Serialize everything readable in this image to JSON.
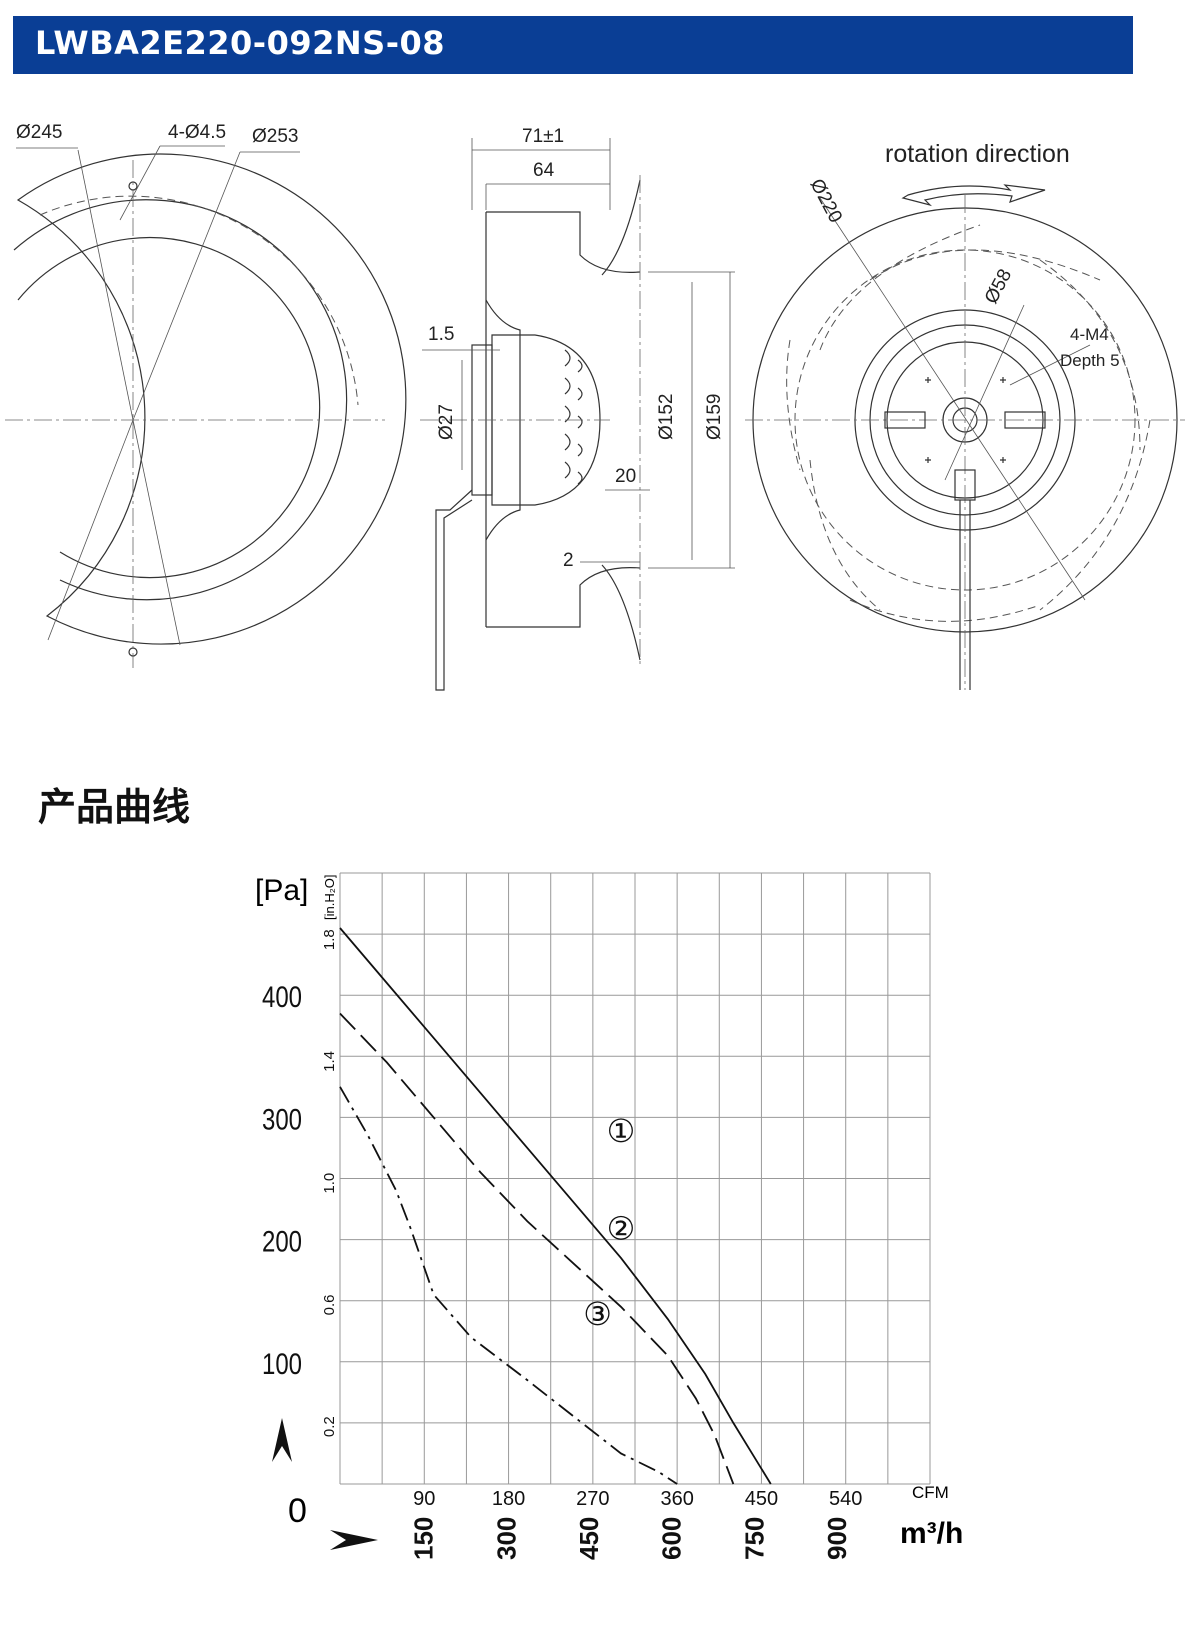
{
  "header": {
    "title": "LWBA2E220-092NS-08",
    "bg_color": "#0a3e95",
    "text_color": "#ffffff"
  },
  "drawings": {
    "front": {
      "d245": "Ø245",
      "holes": "4-Ø4.5",
      "d253": "Ø253"
    },
    "side": {
      "w71": "71±1",
      "w64": "64",
      "t15": "1.5",
      "d27": "Ø27",
      "d152": "Ø152",
      "d159": "Ø159",
      "g20": "20",
      "g2": "2"
    },
    "rear": {
      "rotation": "rotation direction",
      "d220": "Ø220",
      "d58": "Ø58",
      "m4": "4-M4",
      "depth": "Depth 5"
    }
  },
  "section_title": "产品曲线",
  "chart_data": {
    "type": "line",
    "y_unit_label": "[Pa]",
    "y2_unit_label": "[in.H₂O]",
    "x_unit_label": "CFM",
    "x2_unit_label": "m³/h",
    "origin_label": "0",
    "xlim_cfm": [
      0,
      630
    ],
    "ylim_pa": [
      0,
      500
    ],
    "y_ticks_pa": [
      100,
      200,
      300,
      400
    ],
    "y_ticks_inh2o": [
      0.2,
      0.6,
      1.0,
      1.4,
      1.8
    ],
    "x_ticks_cfm": [
      90,
      180,
      270,
      360,
      450,
      540
    ],
    "x_ticks_m3h": [
      150,
      300,
      450,
      600,
      750,
      900
    ],
    "grid": true,
    "series": [
      {
        "name": "①",
        "style": "solid",
        "x": [
          0,
          50,
          100,
          150,
          200,
          250,
          300,
          350,
          390,
          420,
          440,
          460
        ],
        "y": [
          455,
          410,
          365,
          320,
          275,
          230,
          185,
          135,
          90,
          50,
          25,
          0
        ]
      },
      {
        "name": "②",
        "style": "dash",
        "x": [
          0,
          50,
          100,
          150,
          200,
          250,
          300,
          350,
          380,
          400,
          420
        ],
        "y": [
          385,
          345,
          300,
          255,
          215,
          180,
          145,
          105,
          70,
          40,
          0
        ]
      },
      {
        "name": "③",
        "style": "dashdot",
        "x": [
          0,
          30,
          60,
          75,
          100,
          140,
          200,
          250,
          300,
          340,
          360
        ],
        "y": [
          325,
          285,
          240,
          210,
          155,
          120,
          85,
          55,
          25,
          10,
          0
        ]
      }
    ]
  }
}
